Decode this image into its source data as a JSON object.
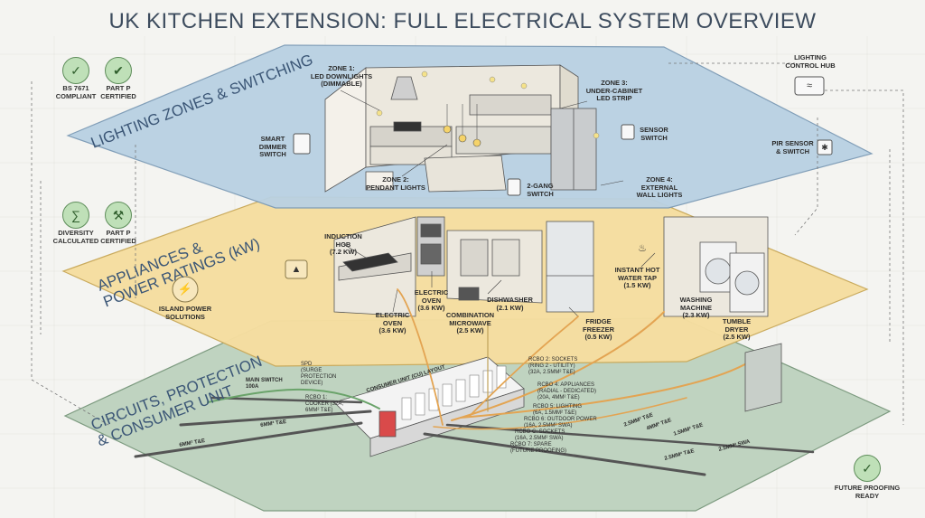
{
  "title": "UK KITCHEN EXTENSION: FULL ELECTRICAL SYSTEM OVERVIEW",
  "layers": {
    "lighting": "LIGHTING ZONES & SWITCHING",
    "appliances_line1": "APPLIANCES &",
    "appliances_line2": "POWER RATINGS (kW)",
    "circuits_line1": "CIRCUITS, PROTECTION",
    "circuits_line2": "& CONSUMER UNIT"
  },
  "badges": {
    "bs7671": [
      "BS 7671",
      "COMPLIANT"
    ],
    "partp1": [
      "PART P",
      "CERTIFIED"
    ],
    "diversity": [
      "DIVERSITY",
      "CALCULATED"
    ],
    "partp2": [
      "PART P",
      "CERTIFIED"
    ],
    "future": [
      "FUTURE PROOFING",
      "READY"
    ]
  },
  "lighting_labels": {
    "zone1": [
      "ZONE 1:",
      "LED DOWNLIGHTS",
      "(DIMMABLE)"
    ],
    "zone2": [
      "ZONE 2:",
      "PENDANT LIGHTS"
    ],
    "zone3": [
      "ZONE 3:",
      "UNDER-CABINET",
      "LED STRIP"
    ],
    "zone4": [
      "ZONE 4:",
      "EXTERNAL",
      "WALL LIGHTS"
    ],
    "dimmer": [
      "SMART",
      "DIMMER",
      "SWITCH"
    ],
    "twogang": [
      "2-GANG",
      "SWITCH"
    ],
    "sensor": [
      "SENSOR",
      "SWITCH"
    ],
    "hub": [
      "LIGHTING",
      "CONTROL HUB"
    ],
    "pir": [
      "PIR SENSOR",
      "& SWITCH"
    ]
  },
  "appliance_labels": {
    "hob": [
      "INDUCTION",
      "HOB",
      "(7.2 kW)"
    ],
    "oven_left": [
      "ELECTRIC",
      "OVEN",
      "(3.6 kW)"
    ],
    "oven_mid": [
      "ELECTRIC",
      "OVEN",
      "(3.6 kW)"
    ],
    "micro": [
      "COMBINATION",
      "MICROWAVE",
      "(2.5 kW)"
    ],
    "dish": [
      "DISHWASHER",
      "(2.1 kW)"
    ],
    "fridge": [
      "FRIDGE",
      "FREEZER",
      "(0.5 kW)"
    ],
    "tap": [
      "INSTANT HOT",
      "WATER TAP",
      "(1.5 kW)"
    ],
    "washer": [
      "WASHING",
      "MACHINE",
      "(2.3 kW)"
    ],
    "dryer": [
      "TUMBLE",
      "DRYER",
      "(2.5 kW)"
    ],
    "island": [
      "ISLAND POWER",
      "SOLUTIONS"
    ]
  },
  "circuit_labels": {
    "main_switch": [
      "MAIN SWITCH",
      "100A"
    ],
    "spd": [
      "SPD",
      "(SURGE",
      "PROTECTION",
      "DEVICE)"
    ],
    "rcbo1": [
      "RCBO 1:",
      "COOKER (32A,",
      "6mm² T&E)"
    ],
    "cu": "CONSUMER UNIT (CU) LAYOUT",
    "rcbo2": [
      "RCBO 2: SOCKETS",
      "(RING 2 - UTILITY)",
      "(32A, 2.5mm² T&E)"
    ],
    "rcbo4": [
      "RCBO 4: APPLIANCES",
      "(RADIAL - DEDICATED)",
      "(20A, 4mm² T&E)"
    ],
    "rcbo5": [
      "RCBO 5: LIGHTING",
      "(6A, 1.5mm² T&E)"
    ],
    "rcbo6": [
      "RCBO 6: OUTDOOR POWER",
      "(16A, 2.5mm² SWA)"
    ],
    "rcbo_c": [
      "RCBO C: SOCKETS",
      "(16A, 2.5mm² SWA)"
    ],
    "rcbo7": [
      "RCBO 7: SPARE",
      "(FUTURE PROOFING)"
    ],
    "cable1": "6mm² T&E",
    "cable2": "6mm² T&E",
    "cable3": "2.5mm² T&E",
    "cable4": "4mm² T&E",
    "cable5": "1.5mm² T&E",
    "cable6": "2.5mm² T&E",
    "cable7": "2.5mm² SWA"
  },
  "colors": {
    "lighting_layer": "#b9d1e3",
    "appliance_layer": "#f6dea0",
    "circuit_layer": "#bfd3c0",
    "cable_orange": "#e3a452",
    "badge_green": "#bfe0b8"
  }
}
